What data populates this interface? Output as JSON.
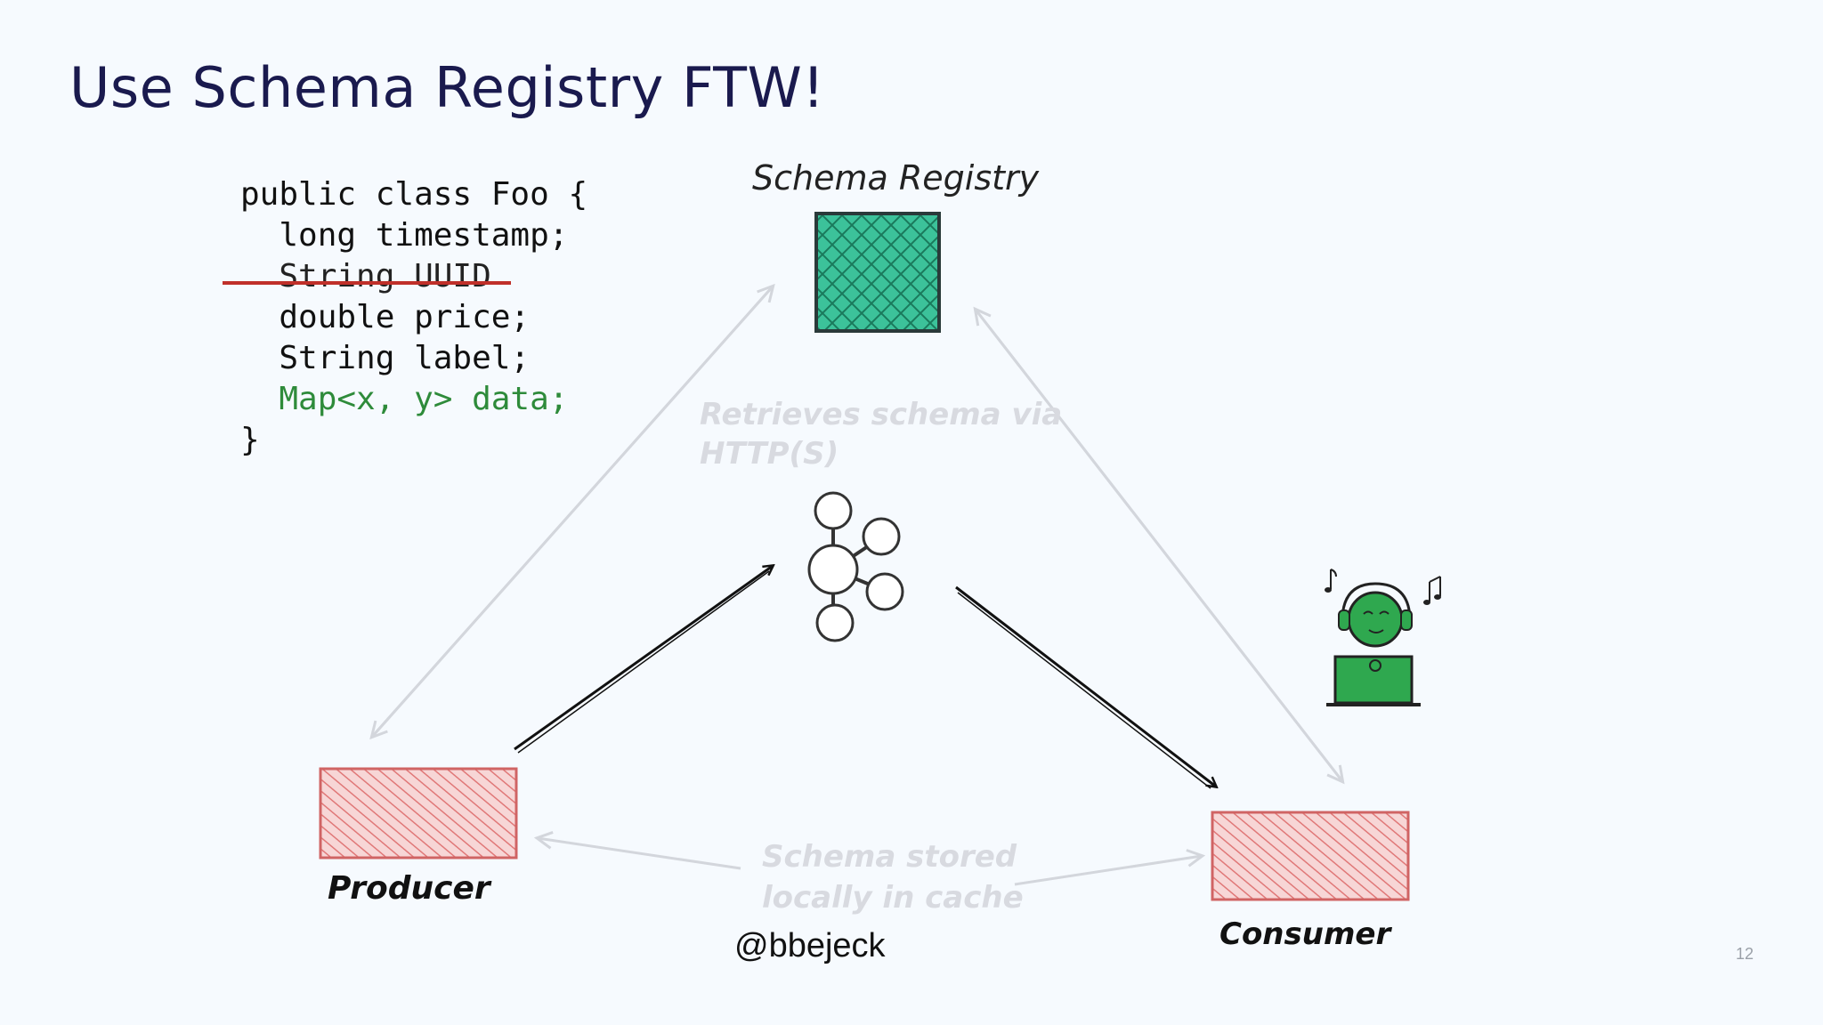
{
  "slide": {
    "title": "Use Schema Registry FTW!",
    "page_number": "12",
    "handle": "@bbejeck"
  },
  "code": {
    "lines": [
      {
        "text": "public class Foo {",
        "style": "normal"
      },
      {
        "text": "  long timestamp;",
        "style": "normal"
      },
      {
        "text": "  String UUID",
        "style": "removed"
      },
      {
        "text": "  double price;",
        "style": "normal"
      },
      {
        "text": "  String label;",
        "style": "normal"
      },
      {
        "text": "  Map<x, y> data;",
        "style": "added"
      },
      {
        "text": "}",
        "style": "normal"
      }
    ]
  },
  "diagram": {
    "registry_label": "Schema Registry",
    "producer_label": "Producer",
    "consumer_label": "Consumer",
    "retrieves_note": "Retrieves schema via HTTP(S)",
    "cache_note": "Schema stored locally in cache",
    "colors": {
      "registry_fill": "#3cc29a",
      "client_fill": "#e57d7d",
      "faded_arrow": "#d3d6dc",
      "dark_arrow": "#111111",
      "removed_line": "#c0302a",
      "added_code": "#2e8b3a",
      "mascot": "#2fa84f"
    },
    "icons": [
      "kafka-cluster-icon",
      "listening-mascot-icon"
    ]
  }
}
